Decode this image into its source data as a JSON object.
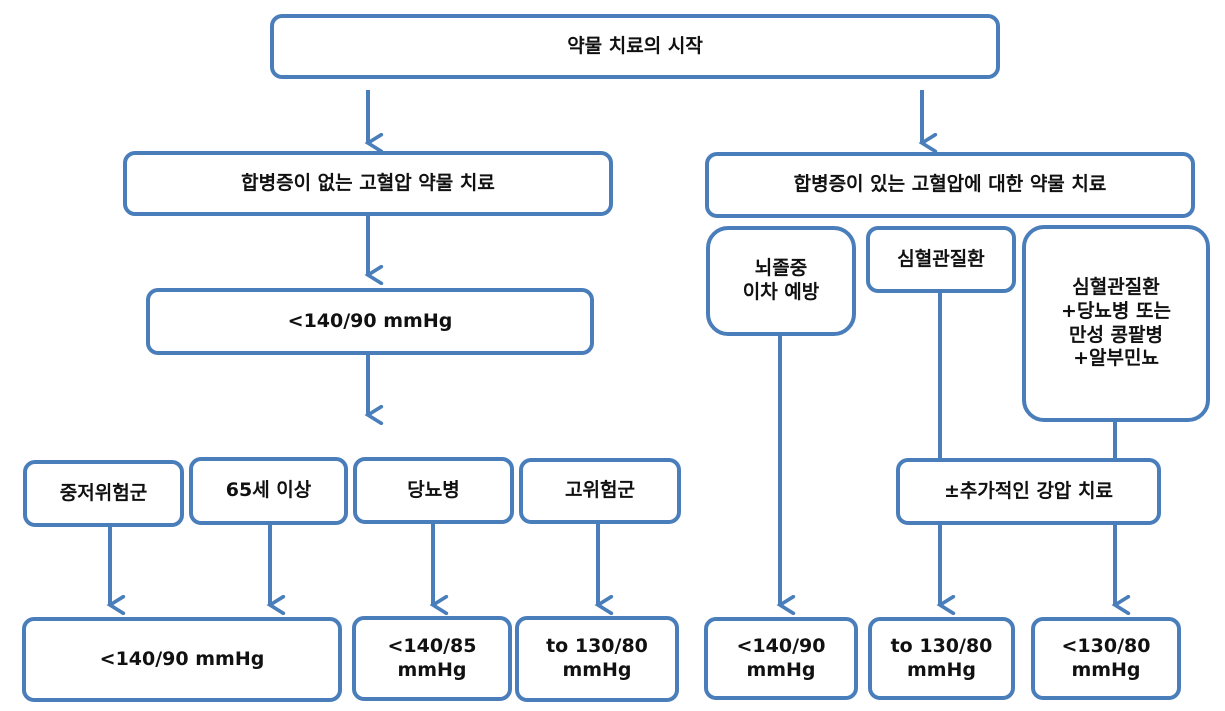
{
  "nodes": {
    "start": "약물 치료의 시작",
    "no_comp": "합병증이 없는 고혈압 약물 치료",
    "comp": "합병증이 있는 고혈압에 대한 약물 치료",
    "target_left": "<140/90 mmHg",
    "moderate": "중저위험군",
    "elderly": "65세 이상",
    "diabetes": "당뇨병",
    "high_risk": "고위험군",
    "stroke": "뇌졸중\n이차 예방",
    "cvd": "심혈관질환",
    "cvd_combo": "심혈관질환\n+당뇨병 또는\n만성 콩팥병\n+알부민뇨",
    "additional": "±추가적인 강압 치료",
    "t_moderate_elderly": "<140/90 mmHg",
    "t_diabetes": "<140/85\nmmHg",
    "t_high_risk": "to 130/80\nmmHg",
    "t_stroke": "<140/90\nmmHg",
    "t_cvd": "to 130/80\nmmHg",
    "t_cvd_combo": "<130/80\nmmHg"
  },
  "colors": {
    "accent": "#4a7ebb"
  }
}
